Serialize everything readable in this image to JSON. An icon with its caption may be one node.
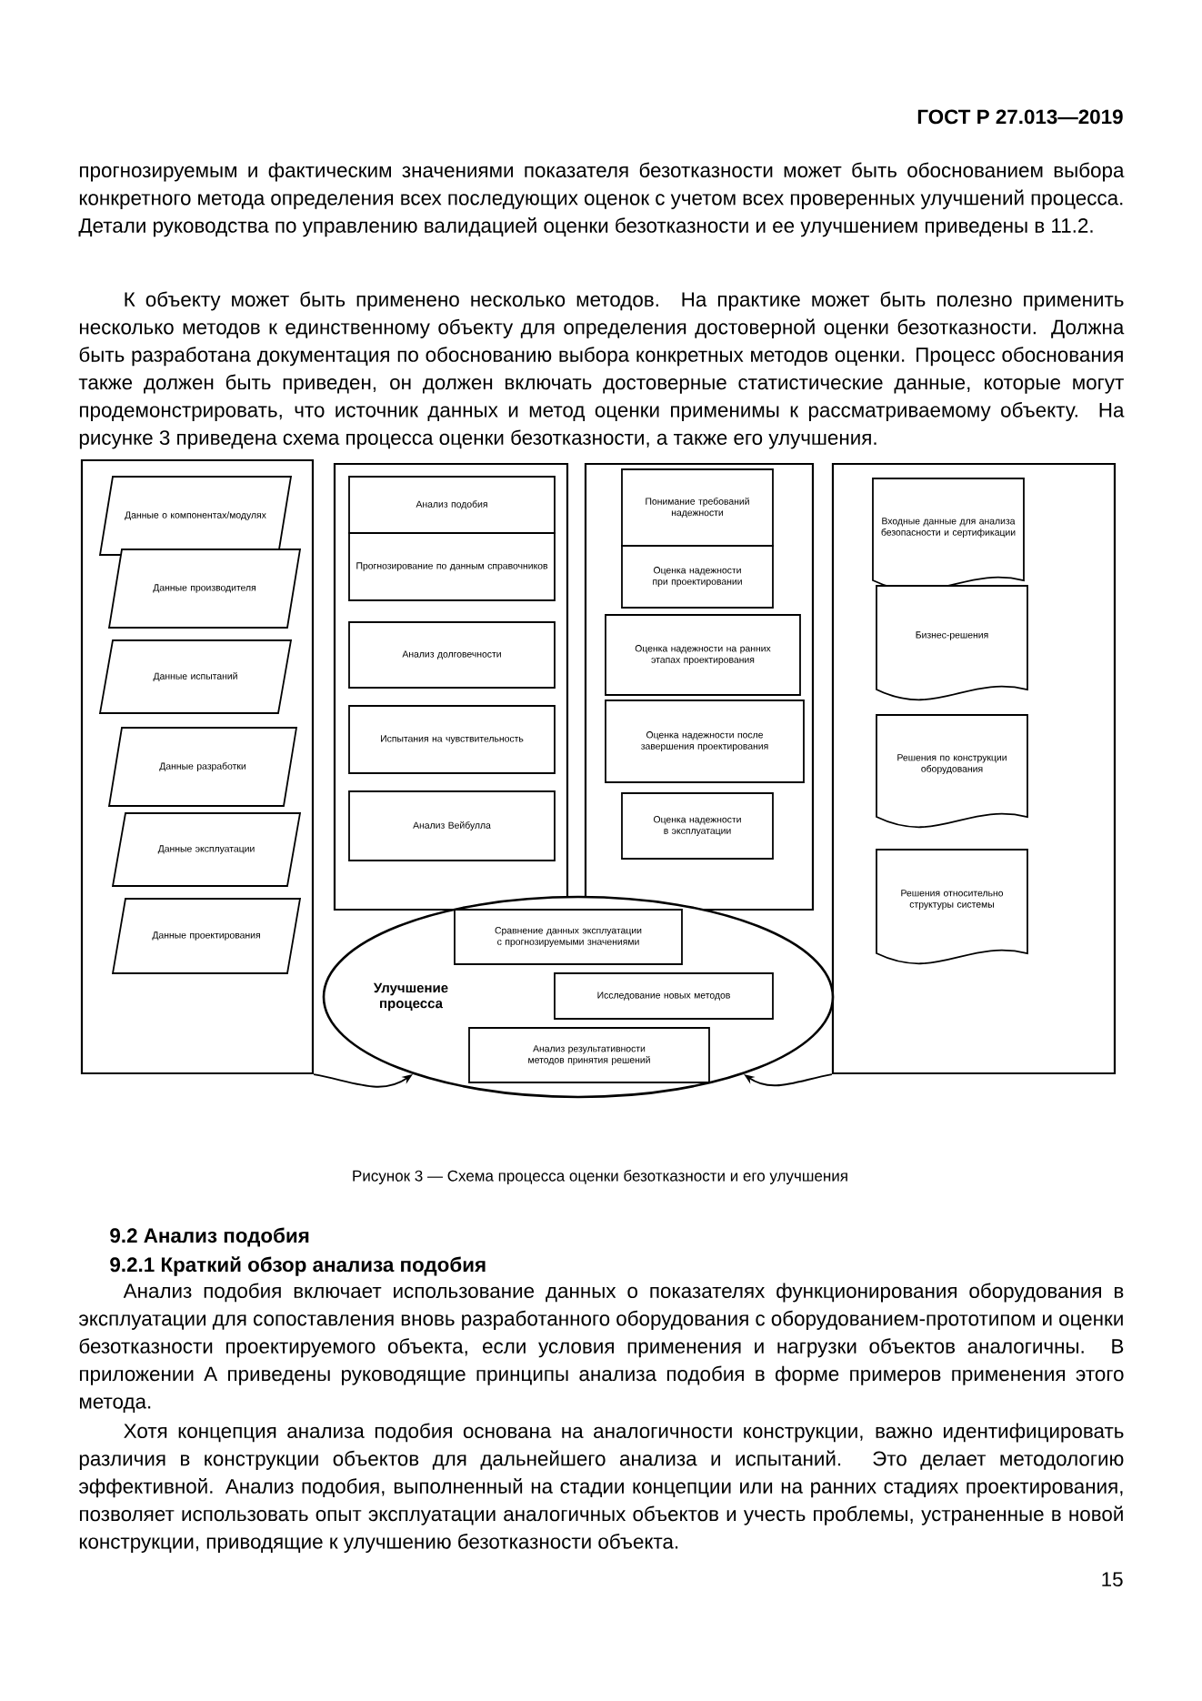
{
  "diagram": {
    "caption": "Рисунок 3 — Схема процесса оценки безотказности и его улучшения",
    "nodes": [
      {
        "text": [],
        "shape": "box"
      },
      {
        "text": [
          "Данные о компонентах/модулях"
        ],
        "in": 0
      },
      {
        "text": [
          "Данные производителя"
        ],
        "in": 0
      },
      {
        "text": [
          "Данные испытаний"
        ],
        "in": 0
      },
      {
        "text": [
          "Данные разработки"
        ],
        "in": 0
      },
      {
        "text": [
          "Данные эксплуатации"
        ],
        "in": 0
      },
      {
        "text": [
          "Данные проектирования"
        ],
        "in": 0
      },
      {
        "text": [],
        "shape": "box"
      },
      {
        "text": [
          "Анализ подобия"
        ],
        "in": 7
      },
      {
        "text": [
          "Прогнозирование по данным справочников"
        ],
        "in": 7
      },
      {
        "text": [
          "Анализ долговечности"
        ],
        "in": 7
      },
      {
        "text": [
          "Испытания на чувствительность"
        ],
        "in": 7
      },
      {
        "text": [
          "Анализ Вейбулла"
        ],
        "in": 7
      },
      {
        "text": [],
        "shape": "box"
      },
      {
        "text": [
          "Понимание требований надежности"
        ],
        "in": 13
      },
      {
        "text": [
          "Оценка надежности при проектировании"
        ],
        "in": 13
      },
      {
        "text": [
          "Оценка надежности на ранних этапах проектирования"
        ],
        "in": 13
      },
      {
        "text": [
          "Оценка надежности после завершения проектирования"
        ],
        "in": 13
      },
      {
        "text": [
          "Оценка надежности в эксплуатации"
        ],
        "in": 13
      },
      {
        "text": [],
        "shape": "box"
      },
      {
        "text": [
          "Входные данные для анализа безопасности и сертификации"
        ],
        "in": 19
      },
      {
        "text": [
          "Бизнес-решения"
        ],
        "in": 19
      },
      {
        "text": [
          "Решения по конструкции оборудования"
        ],
        "in": 19
      },
      {
        "text": [
          "Решения относительно структуры системы"
        ],
        "in": 19
      },
      {
        "text": [
          "Улучшение процесса"
        ]
      },
      {
        "text": [
          "Сравнение данных эксплуатации с прогнозируемыми значениями"
        ],
        "in": 24
      },
      {
        "text": [
          "Исследование новых методов"
        ],
        "in": 24
      },
      {
        "text": [
          "Анализ результативности методов принятия решений"
        ],
        "in": 24
      }
    ],
    "edges": [
      {
        "from": 0,
        "to": 24,
        "arrow": "to"
      },
      {
        "from": 19,
        "to": 24,
        "arrow": "to"
      }
    ],
    "labels": [
      "ГОСТ Р 27.013—2019",
      "прогнозируемым и фактическим значениями показателя безотказности может быть обоснованием выбора конкретного метода определения всех последующих оценок с учетом всех проверенных улучшений процесса. Детали руководства по управлению валидацией оценки безотказности и ее улучшением приведены в 11.2.",
      "К объекту может быть применено несколько методов. На практике может быть полезно применить несколько методов к единственному объекту для определения достоверной оценки безотказности. Должна быть разработана документация по обоснованию выбора конкретных методов оценки. Процесс обоснования также должен быть приведен, он должен включать достоверные статистические данные, которые могут продемонстрировать, что источник данных и метод оценки применимы к рассматриваемому объекту. На рисунке 3 приведена схема процесса оценки безотказности, а также его улучшения.",
      "9.2 Анализ подобия",
      "9.2.1 Краткий обзор анализа подобия",
      "Анализ подобия включает использование данных о показателях функционирования оборудования в эксплуатации для сопоставления вновь разработанного оборудования с оборудованием-прототипом и оценки безотказности проектируемого объекта, если условия применения и нагрузки объектов аналогичны. В приложении А приведены руководящие принципы анализа подобия в форме примеров применения этого метода.",
      "Хотя концепция анализа подобия основана на аналогичности конструкции, важно идентифицировать различия в конструкции объектов для дальнейшего анализа и испытаний. Это делает методологию эффективной. Анализ подобия, выполненный на стадии концепции или на ранних стадиях проектирования, позволяет использовать опыт эксплуатации аналогичных объектов и учесть проблемы, устраненные в новой конструкции, приводящие к улучшению безотказности объекта.",
      "15"
    ]
  }
}
